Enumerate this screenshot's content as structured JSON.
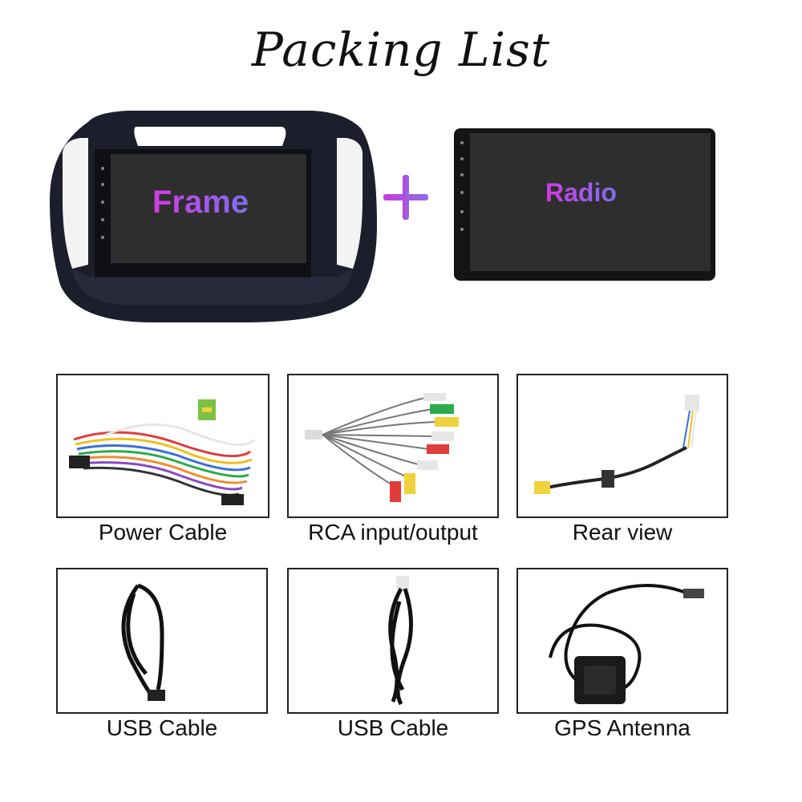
{
  "title": "Packing List",
  "hero": {
    "frame_label": "Frame",
    "radio_label": "Radio",
    "connector_icon": "plus-icon"
  },
  "items": [
    {
      "label": "Power Cable",
      "icon": "power-cable-icon"
    },
    {
      "label": "RCA input/output",
      "icon": "rca-cable-icon"
    },
    {
      "label": "Rear view",
      "icon": "rear-view-cable-icon"
    },
    {
      "label": "USB Cable",
      "icon": "usb-cable-icon"
    },
    {
      "label": "USB Cable",
      "icon": "usb-cable-icon"
    },
    {
      "label": "GPS Antenna",
      "icon": "gps-antenna-icon"
    }
  ],
  "colors": {
    "label_gradient_start": "#d23be2",
    "label_gradient_end": "#7d6ff0",
    "frame_body": "#1c1e2b",
    "screen": "#2e2e2e"
  }
}
